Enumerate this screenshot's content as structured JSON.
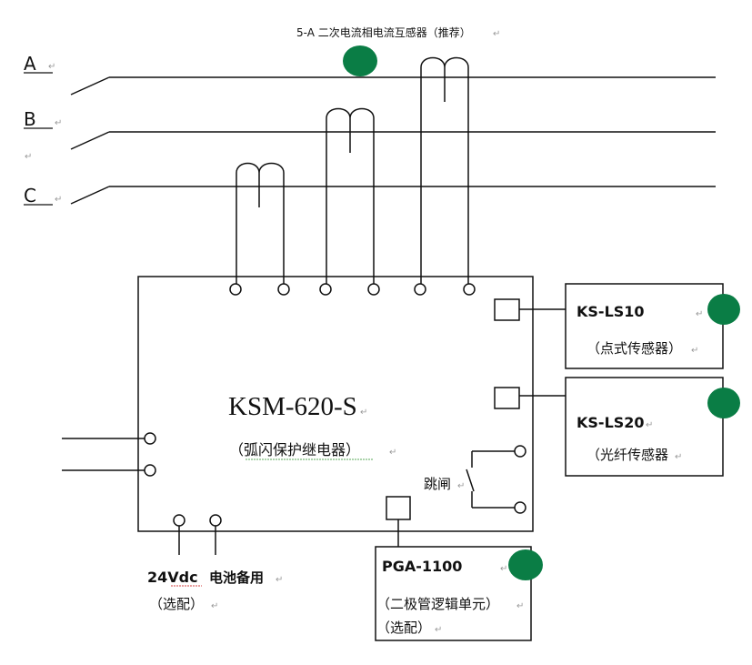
{
  "ct_note": "5-A 二次电流相电流互感器（推荐）",
  "phases": [
    {
      "label": "A"
    },
    {
      "label": "B"
    },
    {
      "label": "C"
    }
  ],
  "relay": {
    "model": "KSM-620-S",
    "description": "（弧闪保护继电器）",
    "trip_label": "跳闸"
  },
  "sensors": [
    {
      "model": "KS-LS10",
      "description": "（点式传感器）"
    },
    {
      "model": "KS-LS20",
      "description": "（光纤传感器"
    }
  ],
  "power": {
    "voltage": "24Vdc",
    "backup": "电池备用",
    "note": "（选配）"
  },
  "logic_unit": {
    "model": "PGA-1100",
    "description": "（二极管逻辑单元）",
    "note": "（选配）"
  },
  "colors": {
    "line": "#111111",
    "indicator": "#0a7d45"
  },
  "return_mark": "↵"
}
